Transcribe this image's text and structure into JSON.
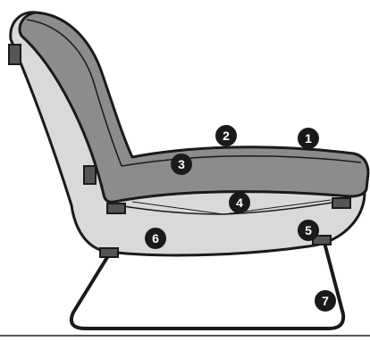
{
  "diagram": {
    "callouts": [
      {
        "label": "1"
      },
      {
        "label": "2"
      },
      {
        "label": "3"
      },
      {
        "label": "4"
      },
      {
        "label": "5"
      },
      {
        "label": "6"
      },
      {
        "label": "7"
      }
    ],
    "colors": {
      "upholstery": "#8c8c8c",
      "shell": "#d9d9d9",
      "outline": "#1a1a1a",
      "callout_bg": "#1a1a1a",
      "callout_text": "#ffffff",
      "floor": "#555555"
    }
  }
}
